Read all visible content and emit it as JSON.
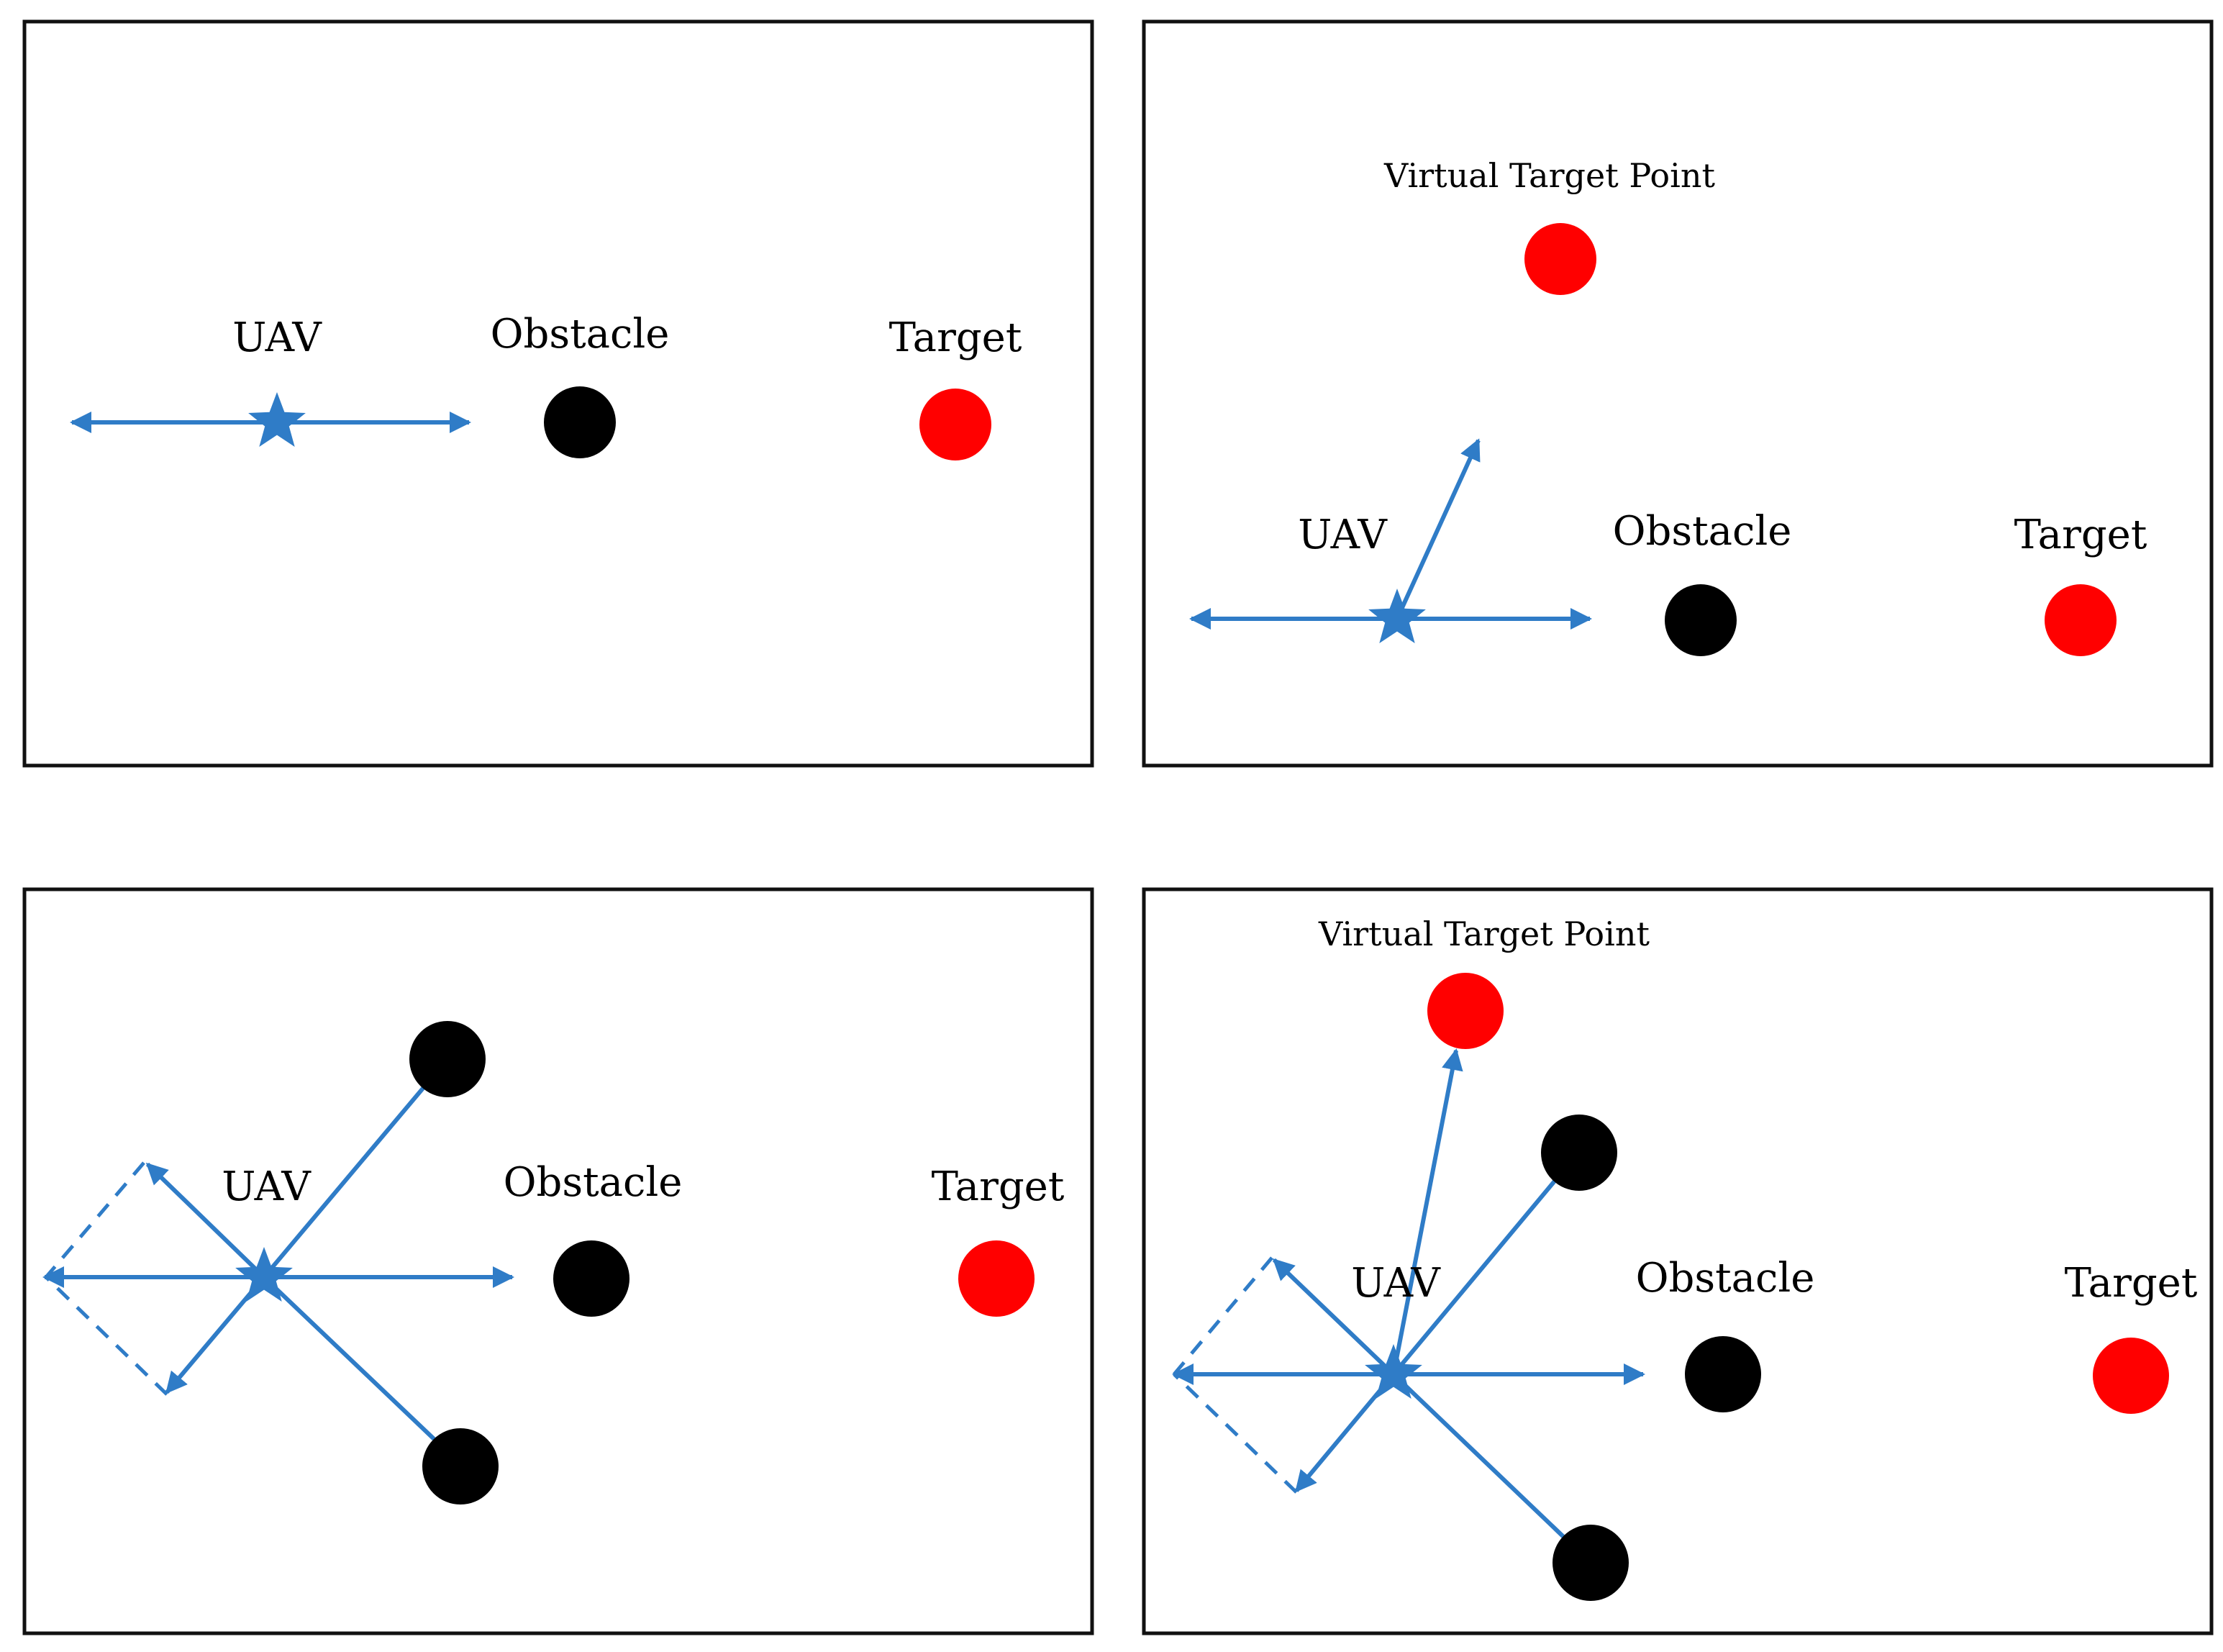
{
  "colors": {
    "vector": "#2f7cc7",
    "obstacle": "#000000",
    "target": "#ff0000",
    "frame": "#111111"
  },
  "icons": {
    "uav": "star-icon",
    "obstacle": "black-circle",
    "target": "red-circle"
  },
  "panels": [
    {
      "id": "a",
      "labels": {
        "uav": "UAV",
        "obstacle": "Obstacle",
        "target": "Target"
      }
    },
    {
      "id": "b",
      "labels": {
        "uav": "UAV",
        "obstacle": "Obstacle",
        "target": "Target",
        "virtual": "Virtual Target Point"
      }
    },
    {
      "id": "c",
      "labels": {
        "uav": "UAV",
        "obstacle": "Obstacle",
        "target": "Target"
      }
    },
    {
      "id": "d",
      "labels": {
        "uav": "UAV",
        "obstacle": "Obstacle",
        "target": "Target",
        "virtual": "Virtual Target Point"
      }
    }
  ]
}
